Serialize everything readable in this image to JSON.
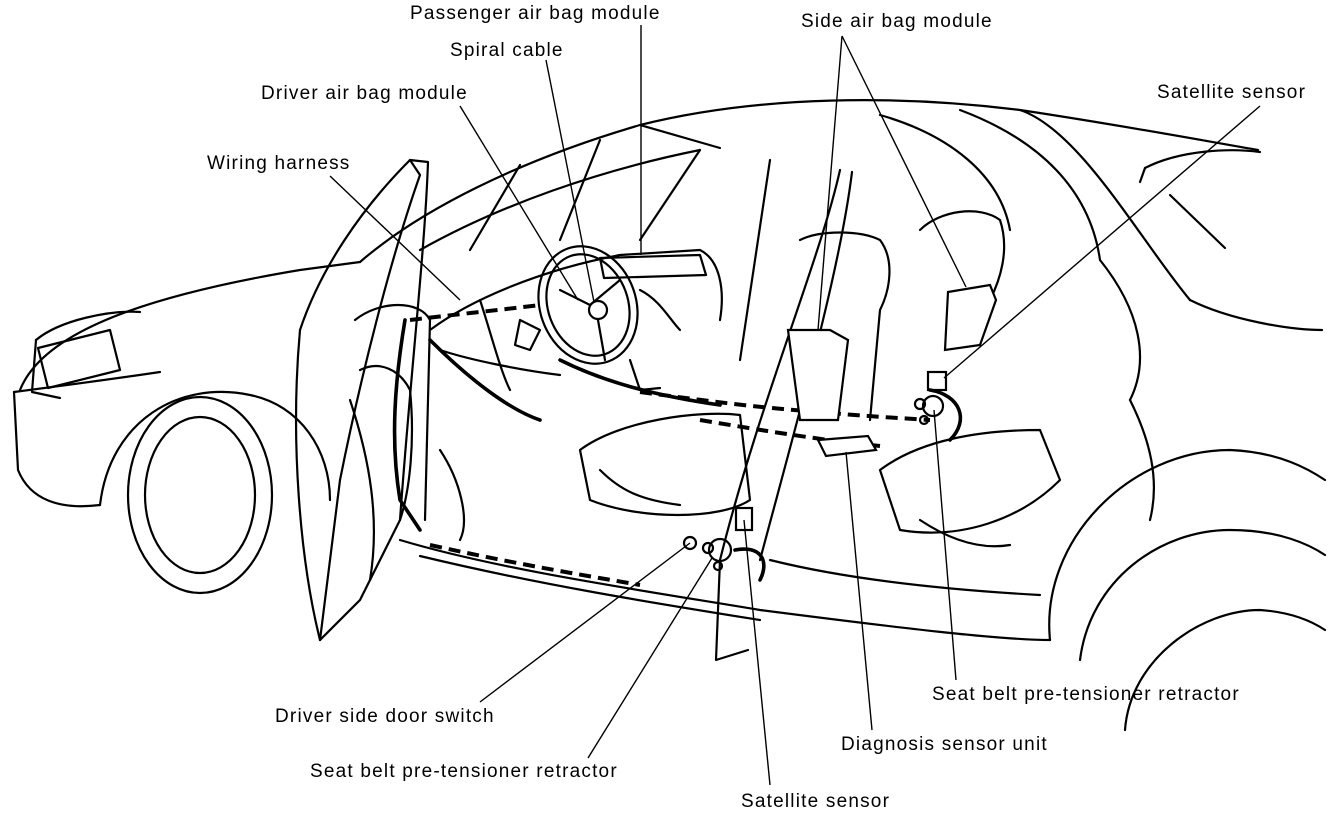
{
  "labels": {
    "passenger_air_bag_module": "Passenger air bag module",
    "spiral_cable": "Spiral cable",
    "driver_air_bag_module": "Driver air bag module",
    "wiring_harness": "Wiring harness",
    "side_air_bag_module": "Side air bag module",
    "satellite_sensor_right": "Satellite sensor",
    "seat_belt_pretensioner_right": "Seat belt pre-tensioner retractor",
    "diagnosis_sensor_unit": "Diagnosis sensor unit",
    "satellite_sensor_bottom": "Satellite sensor",
    "seat_belt_pretensioner_left": "Seat belt pre-tensioner retractor",
    "driver_side_door_switch": "Driver side door switch"
  },
  "colors": {
    "line": "#000000",
    "background": "#ffffff"
  }
}
